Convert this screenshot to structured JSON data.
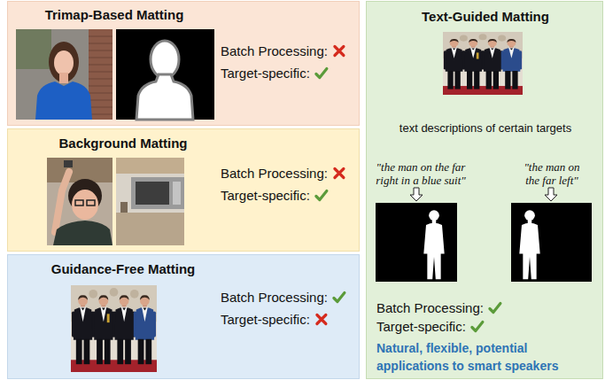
{
  "diagram": {
    "nodes": [
      {
        "text": [
          "Trimap-Based Matting",
          "Batch Processing:",
          "Target-specific:"
        ]
      },
      {
        "text": [
          "Background Matting",
          "Batch Processing:",
          "Target-specific:"
        ]
      },
      {
        "text": [
          "Guidance-Free Matting",
          "Batch Processing:",
          "Target-specific:"
        ]
      },
      {
        "text": [
          "Text-Guided Matting",
          "text descriptions of certain targets",
          "\"the man on the far right in a blue suit\"",
          "\"the man on the far left\"",
          "Batch Processing:",
          "Target-specific:",
          "Natural, flexible, potential applications to smart speakers"
        ]
      }
    ]
  }
}
